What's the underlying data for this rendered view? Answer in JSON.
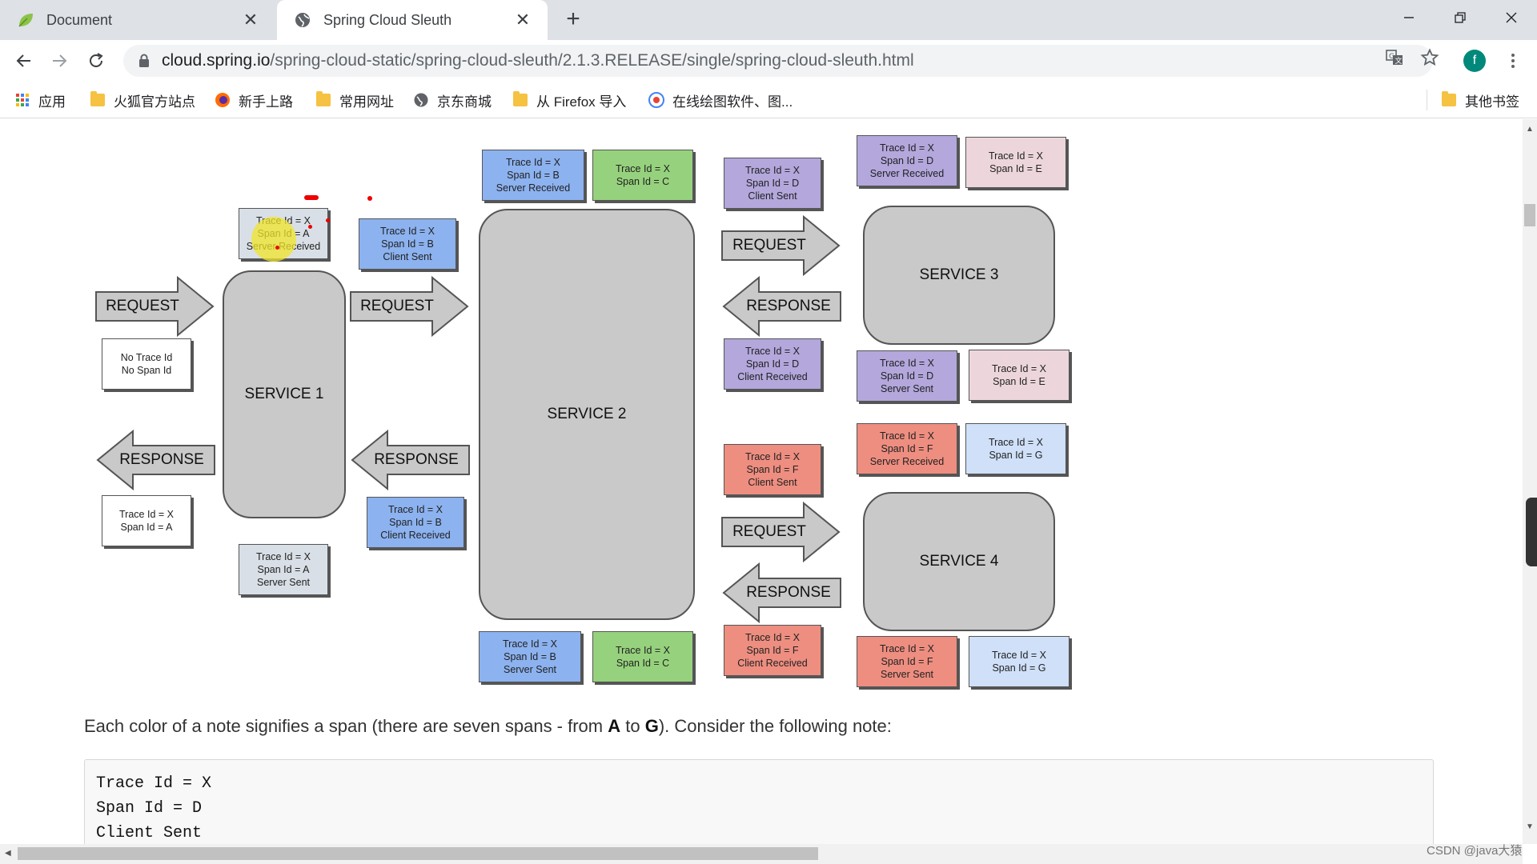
{
  "tabs": [
    {
      "title": "Document",
      "close": "✕"
    },
    {
      "title": "Spring Cloud Sleuth",
      "close": "✕"
    }
  ],
  "new_tab": "+",
  "address_bar": {
    "host": "cloud.spring.io",
    "path": "/spring-cloud-static/spring-cloud-sleuth/2.1.3.RELEASE/single/spring-cloud-sleuth.html"
  },
  "profile_initial": "f",
  "bookmarks": [
    "应用",
    "火狐官方站点",
    "新手上路",
    "常用网址",
    "京东商城",
    "从 Firefox 导入",
    "在线绘图软件、图...",
    "其他书签"
  ],
  "diagram": {
    "services": [
      "SERVICE 1",
      "SERVICE 2",
      "SERVICE 3",
      "SERVICE 4"
    ],
    "arrow_request": "REQUEST",
    "arrow_response": "RESPONSE",
    "notes": {
      "no_trace": [
        "No Trace Id",
        "No Span Id"
      ],
      "a_client": [
        "Trace Id = X",
        "Span Id = A"
      ],
      "a_sr": [
        "Trace Id = X",
        "Span Id = A",
        "Server Received"
      ],
      "a_ss": [
        "Trace Id = X",
        "Span Id = A",
        "Server Sent"
      ],
      "b_cs": [
        "Trace Id = X",
        "Span Id = B",
        "Client Sent"
      ],
      "b_cr": [
        "Trace Id = X",
        "Span Id = B",
        "Client Received"
      ],
      "b_sr": [
        "Trace Id = X",
        "Span Id = B",
        "Server Received"
      ],
      "b_ss": [
        "Trace Id = X",
        "Span Id = B",
        "Server Sent"
      ],
      "c_top": [
        "Trace Id = X",
        "Span Id = C"
      ],
      "c_bottom": [
        "Trace Id = X",
        "Span Id = C"
      ],
      "d_cs": [
        "Trace Id = X",
        "Span Id = D",
        "Client Sent"
      ],
      "d_cr": [
        "Trace Id = X",
        "Span Id = D",
        "Client Received"
      ],
      "d_sr": [
        "Trace Id = X",
        "Span Id = D",
        "Server Received"
      ],
      "d_ss": [
        "Trace Id = X",
        "Span Id = D",
        "Server Sent"
      ],
      "e_top": [
        "Trace Id = X",
        "Span Id = E"
      ],
      "e_bottom": [
        "Trace Id = X",
        "Span Id = E"
      ],
      "f_cs": [
        "Trace Id = X",
        "Span Id = F",
        "Client Sent"
      ],
      "f_cr": [
        "Trace Id = X",
        "Span Id = F",
        "Client Received"
      ],
      "f_sr": [
        "Trace Id = X",
        "Span Id = F",
        "Server Received"
      ],
      "f_ss": [
        "Trace Id = X",
        "Span Id = F",
        "Server Sent"
      ],
      "g_top": [
        "Trace Id = X",
        "Span Id = G"
      ],
      "g_bottom": [
        "Trace Id = X",
        "Span Id = G"
      ]
    }
  },
  "caption": {
    "before": "Each color of a note signifies a span (there are seven spans - from ",
    "from": "A",
    "middle": " to ",
    "to": "G",
    "after": "). Consider the following note:"
  },
  "code_lines": [
    "Trace Id = X",
    "Span Id = D",
    "Client Sent"
  ],
  "watermark": "CSDN @java大猿",
  "colors": {
    "service": "#c9c9c9",
    "note_blue": "#8cb2ef",
    "note_green": "#96d27d",
    "note_purple": "#b3a7dc",
    "note_pink": "#ecd6dc",
    "note_salmon": "#ee8e80",
    "note_lightblue": "#cfe0f8",
    "note_grey": "#d9dfe6",
    "profile": "#00897b"
  },
  "icons": {
    "tab1": "leaf-icon",
    "tab2": "globe-icon",
    "lock": "lock-icon",
    "translate": "translate-icon",
    "star": "star-icon"
  }
}
